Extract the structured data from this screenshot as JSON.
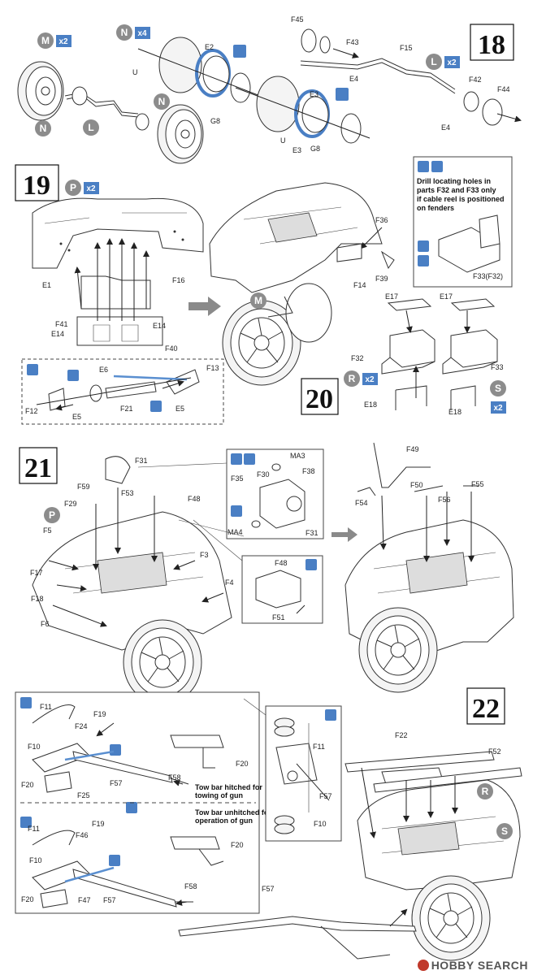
{
  "steps": {
    "s18": "18",
    "s19": "19",
    "s20": "20",
    "s21": "21",
    "s22": "22"
  },
  "badges": {
    "M": "M",
    "N": "N",
    "L": "L",
    "P": "P",
    "R": "R",
    "S": "S",
    "x2": "x2",
    "x4": "x4"
  },
  "labels18": {
    "E2": "E2",
    "E3a": "E3",
    "E3b": "E3",
    "U1": "U",
    "U2": "U",
    "G8a": "G8",
    "G8b": "G8",
    "F45": "F45",
    "F43": "F43",
    "E4a": "E4",
    "F15": "F15",
    "F42": "F42",
    "F44": "F44",
    "E4b": "E4"
  },
  "labels19": {
    "E1": "E1",
    "F16": "F16",
    "F41": "F41",
    "E14a": "E14",
    "E14b": "E14",
    "F40": "F40",
    "F36": "F36",
    "F39": "F39",
    "F14": "F14",
    "E6": "E6",
    "F13": "F13",
    "F12": "F12",
    "E5a": "E5",
    "F21": "F21",
    "E5b": "E5"
  },
  "labels20": {
    "note1": "Drill locating holes in",
    "note2": "parts F32 and F33 only",
    "note3": "if cable reel is positioned",
    "note4": "on fenders",
    "F33F32": "F33(F32)",
    "E17a": "E17",
    "E17b": "E17",
    "F32": "F32",
    "F33": "F33",
    "E18a": "E18",
    "E18b": "E18"
  },
  "labels21": {
    "F31": "F31",
    "F59": "F59",
    "F53": "F53",
    "F48": "F48",
    "F29": "F29",
    "F5": "F5",
    "F17": "F17",
    "F18": "F18",
    "F6": "F6",
    "F3": "F3",
    "F4": "F4",
    "MA3": "MA3",
    "F38": "F38",
    "F35": "F35",
    "F30": "F30",
    "F31b": "F31",
    "MA4": "MA4",
    "F48b": "F48",
    "F51": "F51",
    "F49": "F49",
    "F54": "F54",
    "F50": "F50",
    "F55": "F55",
    "F56": "F56"
  },
  "labels22": {
    "F11a": "F11",
    "F19a": "F19",
    "F24": "F24",
    "F10a": "F10",
    "F20a": "F20",
    "F25": "F25",
    "F57a": "F57",
    "F58a": "F58",
    "F20b": "F20",
    "tow1a": "Tow bar hitched for",
    "tow1b": "towing of gun",
    "tow2a": "Tow bar unhitched for",
    "tow2b": "operation of gun",
    "F11b": "F11",
    "F19b": "F19",
    "F46": "F46",
    "F10b": "F10",
    "F20c": "F20",
    "F47": "F47",
    "F57b": "F57",
    "F58b": "F58",
    "F20d": "F20",
    "F11c": "F11",
    "F57c": "F57",
    "F10c": "F10",
    "F22": "F22",
    "F52": "F52",
    "F57d": "F57"
  },
  "watermark": "HOBBY SEARCH",
  "colors": {
    "badge_gray": "#8c8c8c",
    "badge_blue": "#4a7fc4",
    "accent_blue": "#5a8fd0"
  }
}
